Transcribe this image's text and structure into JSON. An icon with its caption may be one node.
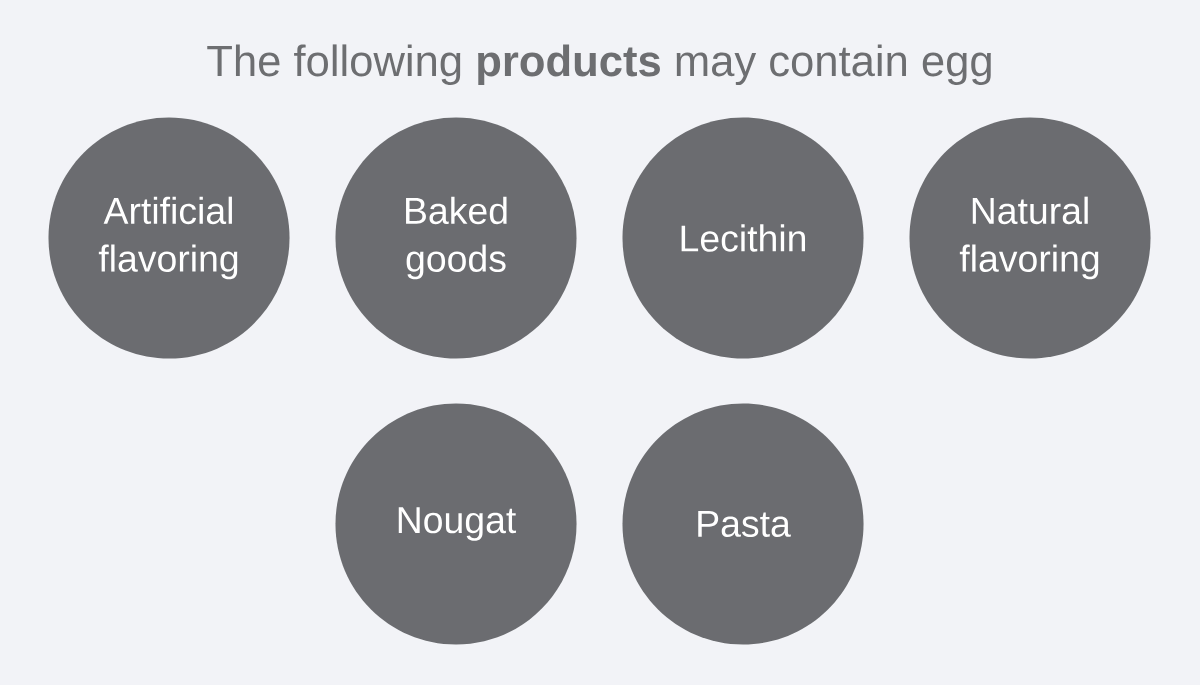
{
  "diagram": {
    "title": "The following **products** may contain egg",
    "nodes": [
      {
        "text": [
          "Artificial flavoring"
        ]
      },
      {
        "text": [
          "Baked goods"
        ]
      },
      {
        "text": [
          "Lecithin"
        ]
      },
      {
        "text": [
          "Natural flavoring"
        ]
      },
      {
        "text": [
          "Nougat"
        ]
      },
      {
        "text": [
          "Pasta"
        ]
      }
    ]
  }
}
